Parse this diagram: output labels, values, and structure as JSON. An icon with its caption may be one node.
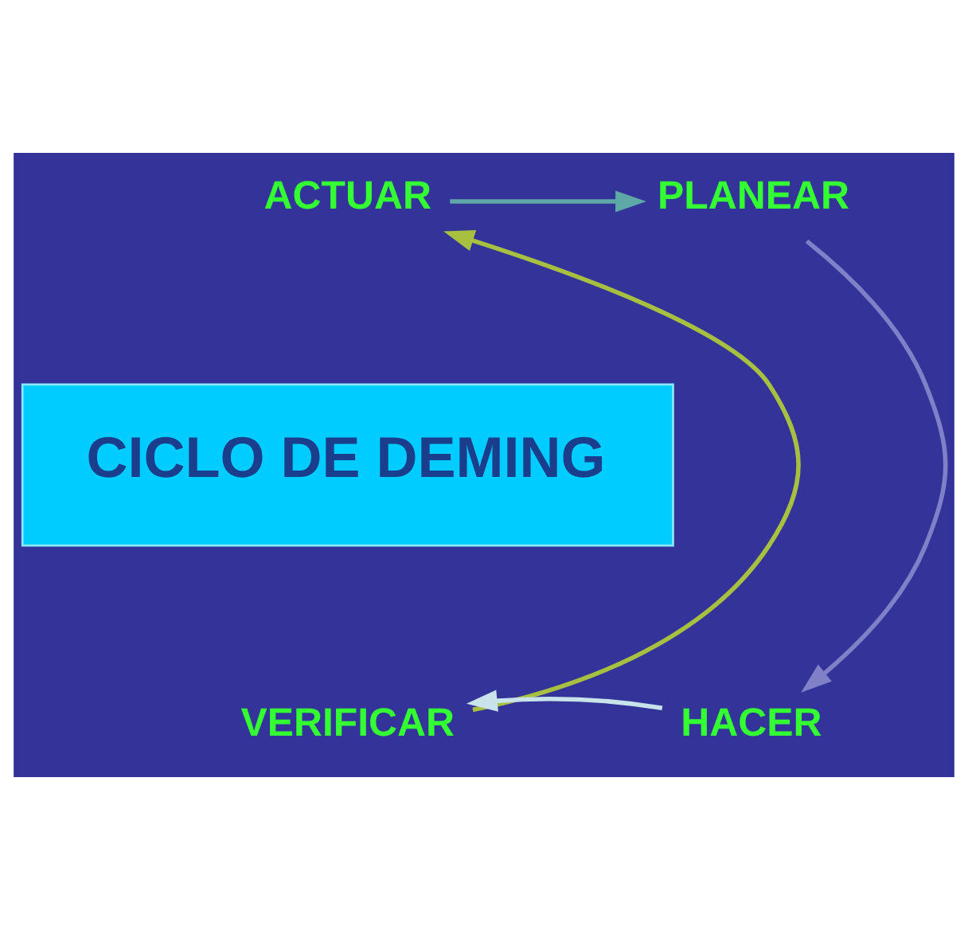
{
  "diagram": {
    "nodes": [
      {
        "text": [
          "CICLO DE DEMING"
        ]
      },
      {
        "text": [
          "ACTUAR"
        ]
      },
      {
        "text": [
          "PLANEAR"
        ]
      },
      {
        "text": [
          "HACER"
        ]
      },
      {
        "text": [
          "VERIFICAR"
        ]
      }
    ],
    "edges": [
      {
        "from": 1,
        "to": 2,
        "arrow": "to",
        "color": "#5fa8a8"
      },
      {
        "from": 2,
        "to": 3,
        "arrow": "to",
        "color": "#8080c8"
      },
      {
        "from": 3,
        "to": 4,
        "arrow": "to",
        "color": "#c8e4ea"
      },
      {
        "from": 4,
        "to": 1,
        "arrow": "to",
        "color": "#a8c040"
      }
    ]
  }
}
